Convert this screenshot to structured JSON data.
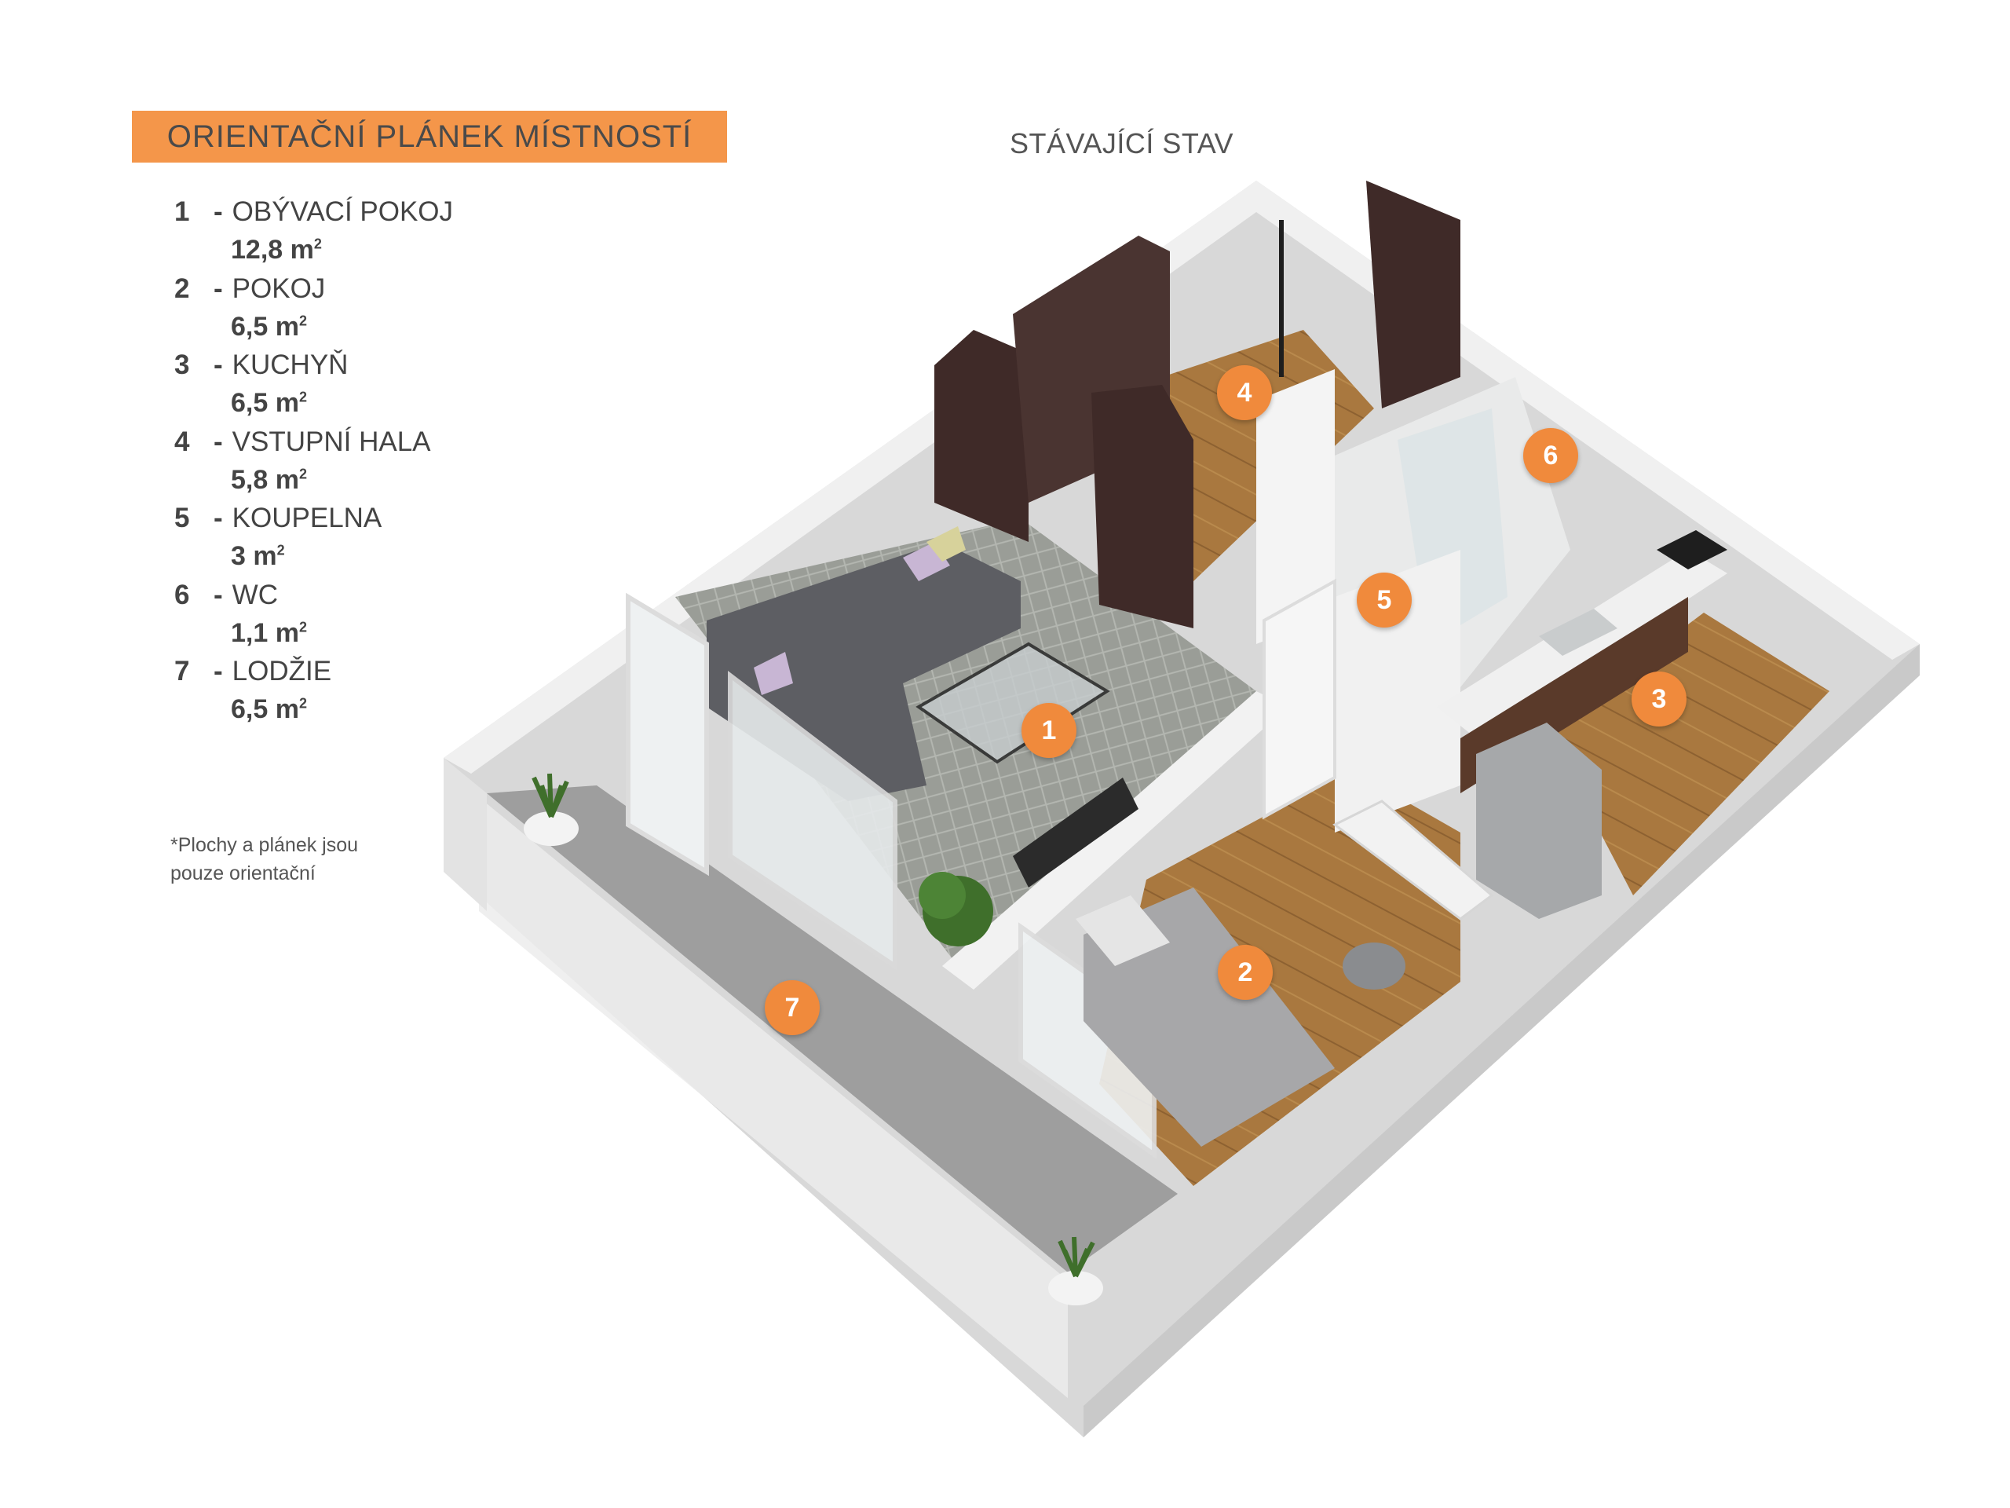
{
  "header": {
    "title": "ORIENTAČNÍ PLÁNEK MÍSTNOSTÍ",
    "subtitle": "STÁVAJÍCÍ STAV"
  },
  "legend": {
    "items": [
      {
        "num": "1",
        "dash": "-",
        "name": "OBÝVACÍ POKOJ",
        "area": "12,8 m",
        "unit_exp": "2"
      },
      {
        "num": "2",
        "dash": "-",
        "name": "POKOJ",
        "area": "6,5 m",
        "unit_exp": "2"
      },
      {
        "num": "3",
        "dash": "-",
        "name": "KUCHYŇ",
        "area": "6,5 m",
        "unit_exp": "2"
      },
      {
        "num": "4",
        "dash": "-",
        "name": "VSTUPNÍ HALA",
        "area": "5,8 m",
        "unit_exp": "2"
      },
      {
        "num": "5",
        "dash": "-",
        "name": "KOUPELNA",
        "area": "3 m",
        "unit_exp": "2"
      },
      {
        "num": "6",
        "dash": "-",
        "name": "WC",
        "area": "1,1 m",
        "unit_exp": "2"
      },
      {
        "num": "7",
        "dash": "-",
        "name": "LODŽIE",
        "area": "6,5 m",
        "unit_exp": "2"
      }
    ]
  },
  "note": {
    "line1": "*Plochy  a plánek jsou",
    "line2": "pouze orientační"
  },
  "markers": {
    "m1": "1",
    "m2": "2",
    "m3": "3",
    "m4": "4",
    "m5": "5",
    "m6": "6",
    "m7": "7"
  },
  "colors": {
    "accent": "#f4964a",
    "marker": "#f08a3c",
    "wall": "#e6e6e6",
    "wood_floor": "#a9783f",
    "tile_floor": "#9a9d97",
    "loggia_floor": "#9e9e9e",
    "dark_wood": "#3f2a28"
  }
}
